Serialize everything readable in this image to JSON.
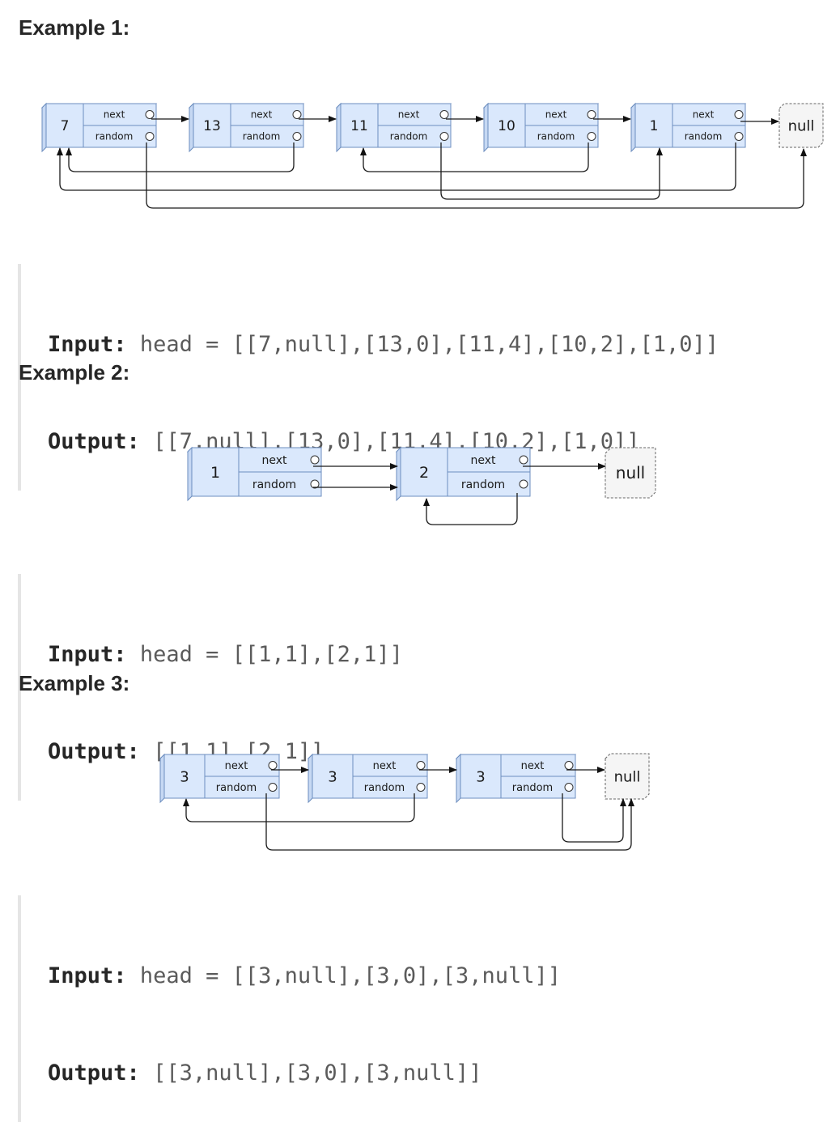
{
  "examples": [
    {
      "heading": "Example 1:",
      "nodes": [
        "7",
        "13",
        "11",
        "10",
        "1"
      ],
      "input_label": "Input:",
      "input_value": "head = [[7,null],[13,0],[11,4],[10,2],[1,0]]",
      "output_label": "Output:",
      "output_value": "[[7,null],[13,0],[11,4],[10,2],[1,0]]"
    },
    {
      "heading": "Example 2:",
      "nodes": [
        "1",
        "2"
      ],
      "input_label": "Input:",
      "input_value": "head = [[1,1],[2,1]]",
      "output_label": "Output:",
      "output_value": "[[1,1],[2,1]]"
    },
    {
      "heading": "Example 3:",
      "nodes": [
        "3",
        "3",
        "3"
      ],
      "input_label": "Input:",
      "input_value": "head = [[3,null],[3,0],[3,null]]",
      "output_label": "Output:",
      "output_value": "[[3,null],[3,0],[3,null]]"
    }
  ],
  "diagram_labels": {
    "next": "next",
    "random": "random",
    "null": "null"
  },
  "colors": {
    "node_fill": "#dae8fc",
    "node_border": "#6c8ebf",
    "null_fill": "#f5f5f5",
    "null_border": "#666666"
  }
}
